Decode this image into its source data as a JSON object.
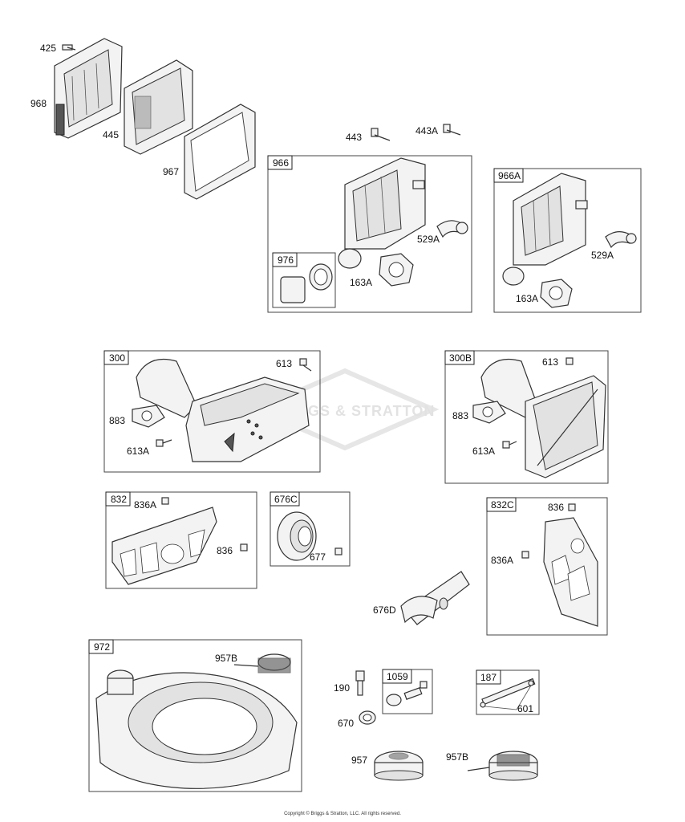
{
  "labels": {
    "p425": "425",
    "p968": "968",
    "p445": "445",
    "p967": "967",
    "p443": "443",
    "p443A": "443A",
    "p529A_1": "529A",
    "p163A_1": "163A",
    "p529A_2": "529A",
    "p163A_2": "163A",
    "p613_1": "613",
    "p883_1": "883",
    "p613A_1": "613A",
    "p613_2": "613",
    "p883_2": "883",
    "p613A_2": "613A",
    "p836A_1": "836A",
    "p836_1": "836",
    "p677": "677",
    "p836_2": "836",
    "p836A_2": "836A",
    "p676D": "676D",
    "p957B_1": "957B",
    "p190": "190",
    "p670": "670",
    "p957": "957",
    "p957B_2": "957B",
    "p601": "601"
  },
  "boxes": {
    "b966": "966",
    "b966A": "966A",
    "b976": "976",
    "b300": "300",
    "b300B": "300B",
    "b832": "832",
    "b676C": "676C",
    "b832C": "832C",
    "b972": "972",
    "b1059": "1059",
    "b187": "187"
  },
  "watermark": "BRIGGS & STRATTON",
  "copyright": "Copyright © Briggs & Stratton, LLC. All rights reserved.",
  "colors": {
    "line": "#333333",
    "background": "#ffffff"
  }
}
